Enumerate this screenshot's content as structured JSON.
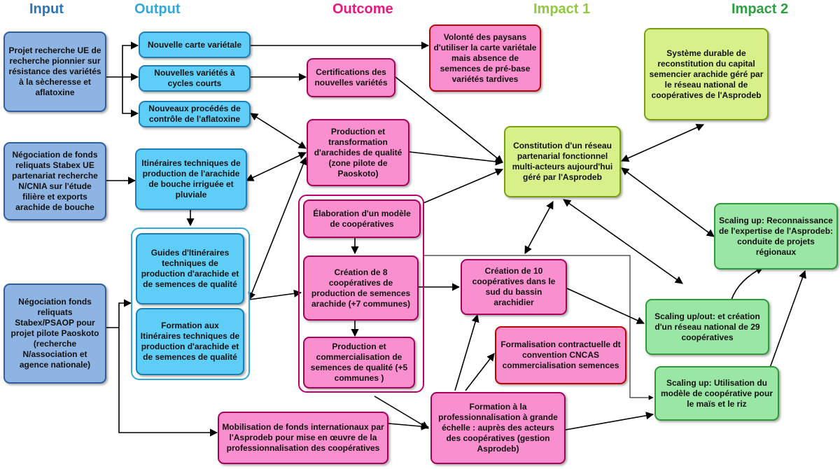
{
  "columns": [
    {
      "label": "Input",
      "color": "#2e75b6"
    },
    {
      "label": "Output",
      "color": "#2fa8e0"
    },
    {
      "label": "Outcome",
      "color": "#e6197e"
    },
    {
      "label": "Impact 1",
      "color": "#92c83e"
    },
    {
      "label": "Impact 2",
      "color": "#2ea043"
    }
  ],
  "nodes": {
    "in1": "Projet  recherche UE de recherche pionnier sur résistance des variétés à la sècheresse et aflatoxine",
    "in2": "Négociation de fonds reliquats Stabex UE partenariat recherche N/CNIA  sur l'étude filière et exports arachide de bouche",
    "in3": "Négociation fonds reliquats Stabex/PSAOP pour projet pilote Paoskoto (recherche N/association et agence nationale)",
    "out1": "Nouvelle carte variétale",
    "out2": "Nouvelles variétés à cycles courts",
    "out3": "Nouveaux procédés de contrôle de l'aflatoxine",
    "out4": "Itinéraires techniques de production de l'arachide de bouche irriguée et pluviale",
    "out5": "Guides d'Itinéraires techniques de production d'arachide et de semences de qualité",
    "out6": "Formation aux Itinéraires techniques de production d'arachide et de semences de qualité",
    "oc_volonte": "Volonté des paysans d'utiliser la carte variétale mais absence de semences de pré-base variétés tardives",
    "oc_cert": "Certifications des nouvelles variétés",
    "oc_prod": "Production et transformation d'arachides de qualité (zone pilote de Paoskoto)",
    "oc_elab": "Élaboration d'un modèle de coopératives",
    "oc_crea8": "Création de 8 coopératives de production de semences  arachide  (+7 communes)",
    "oc_comm": "Production et commercialisation de semences de qualité (+5 communes )",
    "oc_mob": "Mobilisation de fonds internationaux par l'Asprodeb pour mise en œuvre de la professionnalisation des coopératives",
    "oc_crea10": "Création de 10 coopératives dans le sud du bassin arachidier",
    "oc_formal": "Formalisation contractuelle dt convention CNCAS commercialisation semences",
    "oc_form": "Formation à la professionnalisation à grande échelle : auprès des acteurs des coopératives (gestion Asprodeb)",
    "im_const": "Constitution d'un réseau partenarial fonctionnel multi-acteurs aujourd'hui géré par l'Asprodeb",
    "im_sys": "Système durable de reconstitution du capital semencier  arachide géré par le réseau national de coopératives de l'Asprodeb",
    "im_sc1": "Scaling up: Reconnaissance de l'expertise de l'Asprodeb: conduite de projets régionaux",
    "im_sc2": "Scaling up/out: et création d'un réseau national de 29 coopératives",
    "im_sc3": "Scaling up: Utilisation du modèle de coopérative pour le maïs et le riz"
  }
}
